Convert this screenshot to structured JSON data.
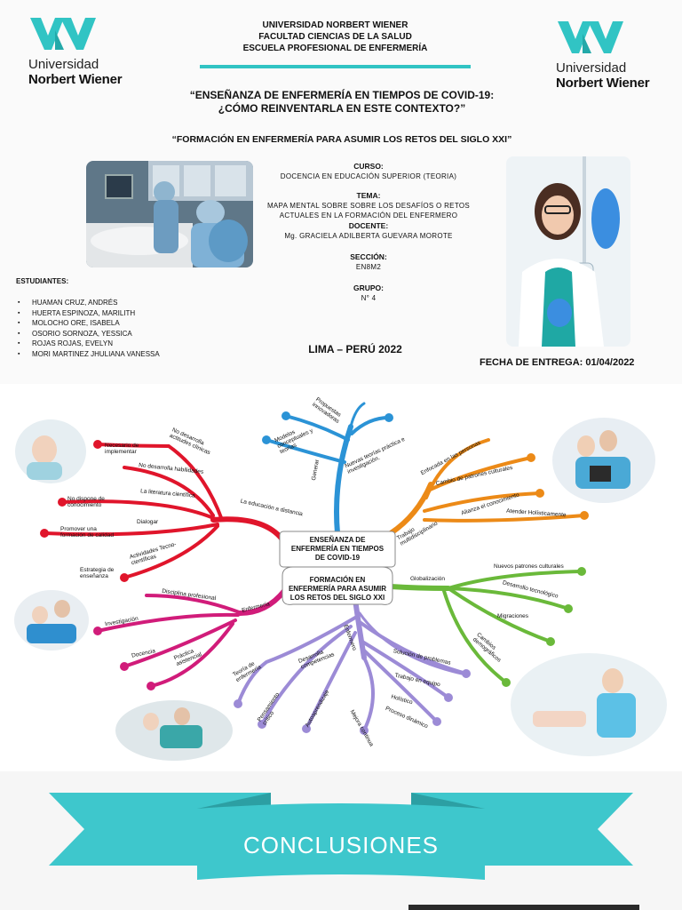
{
  "header": {
    "university": "UNIVERSIDAD NORBERT WIENER",
    "faculty": "FACULTAD CIENCIAS DE LA SALUD",
    "school": "ESCUELA PROFESIONAL DE ENFERMERÍA",
    "logo_line1": "Universidad",
    "logo_line2": "Norbert Wiener"
  },
  "titles": {
    "main_line1": "“ENSEÑANZA DE ENFERMERÍA EN TIEMPOS DE COVID-19:",
    "main_line2": "¿CÓMO REINVENTARLA EN ESTE CONTEXTO?”",
    "subtitle": "“FORMACIÓN EN ENFERMERÍA PARA ASUMIR LOS RETOS DEL SIGLO XXI”"
  },
  "course": {
    "curso_label": "CURSO:",
    "curso_value": "DOCENCIA EN EDUCACIÓN SUPERIOR (TEORIA)",
    "tema_label": "TEMA:",
    "tema_line1": "MAPA MENTAL SOBRE SOBRE LOS DESAFÍOS O RETOS",
    "tema_line2": "ACTUALES EN LA FORMACIÓN DEL ENFERMERO",
    "docente_label": "DOCENTE:",
    "docente_value": "Mg. GRACIELA ADILBERTA GUEVARA MOROTE",
    "seccion_label": "SECCIÓN:",
    "seccion_value": "EN8M2",
    "grupo_label": "GRUPO:",
    "grupo_value": "N° 4",
    "place": "LIMA – PERÚ 2022",
    "delivery": "FECHA DE ENTREGA: 01/04/2022"
  },
  "students": {
    "label": "ESTUDIANTES:",
    "names": [
      "HUAMAN CRUZ, ANDRÉS",
      "HUERTA ESPINOZA, MARILITH",
      "MOLOCHO ORE, ISABELA",
      "OSORIO SORNOZA, YESSICA",
      "ROJAS ROJAS,  EVELYN",
      "MORI MARTINEZ JHULIANA VANESSA"
    ]
  },
  "mindmap": {
    "center_top_1": "ENSEÑANZA DE",
    "center_top_2": "ENFERMERÍA EN TIEMPOS",
    "center_top_3": "DE COVID-19",
    "center_bot_1": "FORMACIÓN EN",
    "center_bot_2": "ENFERMERÍA PARA ASUMIR",
    "center_bot_3": "LOS RETOS DEL SIGLO XXI",
    "blue": {
      "trunk": "Generar",
      "b1": "Propuestas innovadoras",
      "b2": "Modelos conceptuales y teorías",
      "b3": "Nuevas teorías práctica e investigación."
    },
    "red": {
      "trunk": "La educación a distancia",
      "b1": "No desarrolla actitudes clínicas",
      "b1a": "Necesario de implementar",
      "b2": "No desarrolla habilidades",
      "b3": "La literatura científica",
      "b3a": "No dispone de conocimiento",
      "b4": "Dialogar",
      "b4a": "Promover una formación de calidad",
      "b5": "Actividades Tecno-científicas",
      "b5a": "Estrategia de enseñanza"
    },
    "orange": {
      "trunk": "Trabajo multidisciplinario",
      "b1": "Enfocada en las personas",
      "b2": "Cambio de patrones culturales",
      "b3": "Alianza el conocimiento",
      "b4": "Atender Holísticamente"
    },
    "green": {
      "trunk": "Globalización",
      "b1": "Nuevos patrones culturales",
      "b2": "Desarrollo tecnológico",
      "b3": "Migraciones",
      "b4": "Cambios demográficos"
    },
    "magenta": {
      "trunk": "Enfermería",
      "b1": "Disciplina profesional",
      "b2": "Investigación",
      "b3": "Docencia",
      "b4": "Práctica asistencial"
    },
    "purple": {
      "trunk": "Enfermero",
      "b1": "Teoría de enfermería",
      "b2": "Desarrolla competencias",
      "b3": "Pensamiento crítico",
      "b4": "Autoaprendizaje",
      "b5": "Solución de problemas",
      "b6": "Trabajo en equipo",
      "b7": "Holístico",
      "b8": "Proceso dinámico",
      "b9": "Mejora continua"
    }
  },
  "conclusion": {
    "banner": "CONCLUSIONES"
  },
  "colors": {
    "teal": "#31c4c4",
    "banner": "#3ec7cc",
    "blue_branch": "#2b93d6",
    "red_branch": "#e0152b",
    "orange_branch": "#ec8a17",
    "green_branch": "#6ab93a",
    "magenta_branch": "#d11c7a",
    "purple_branch": "#9c8bd6"
  }
}
